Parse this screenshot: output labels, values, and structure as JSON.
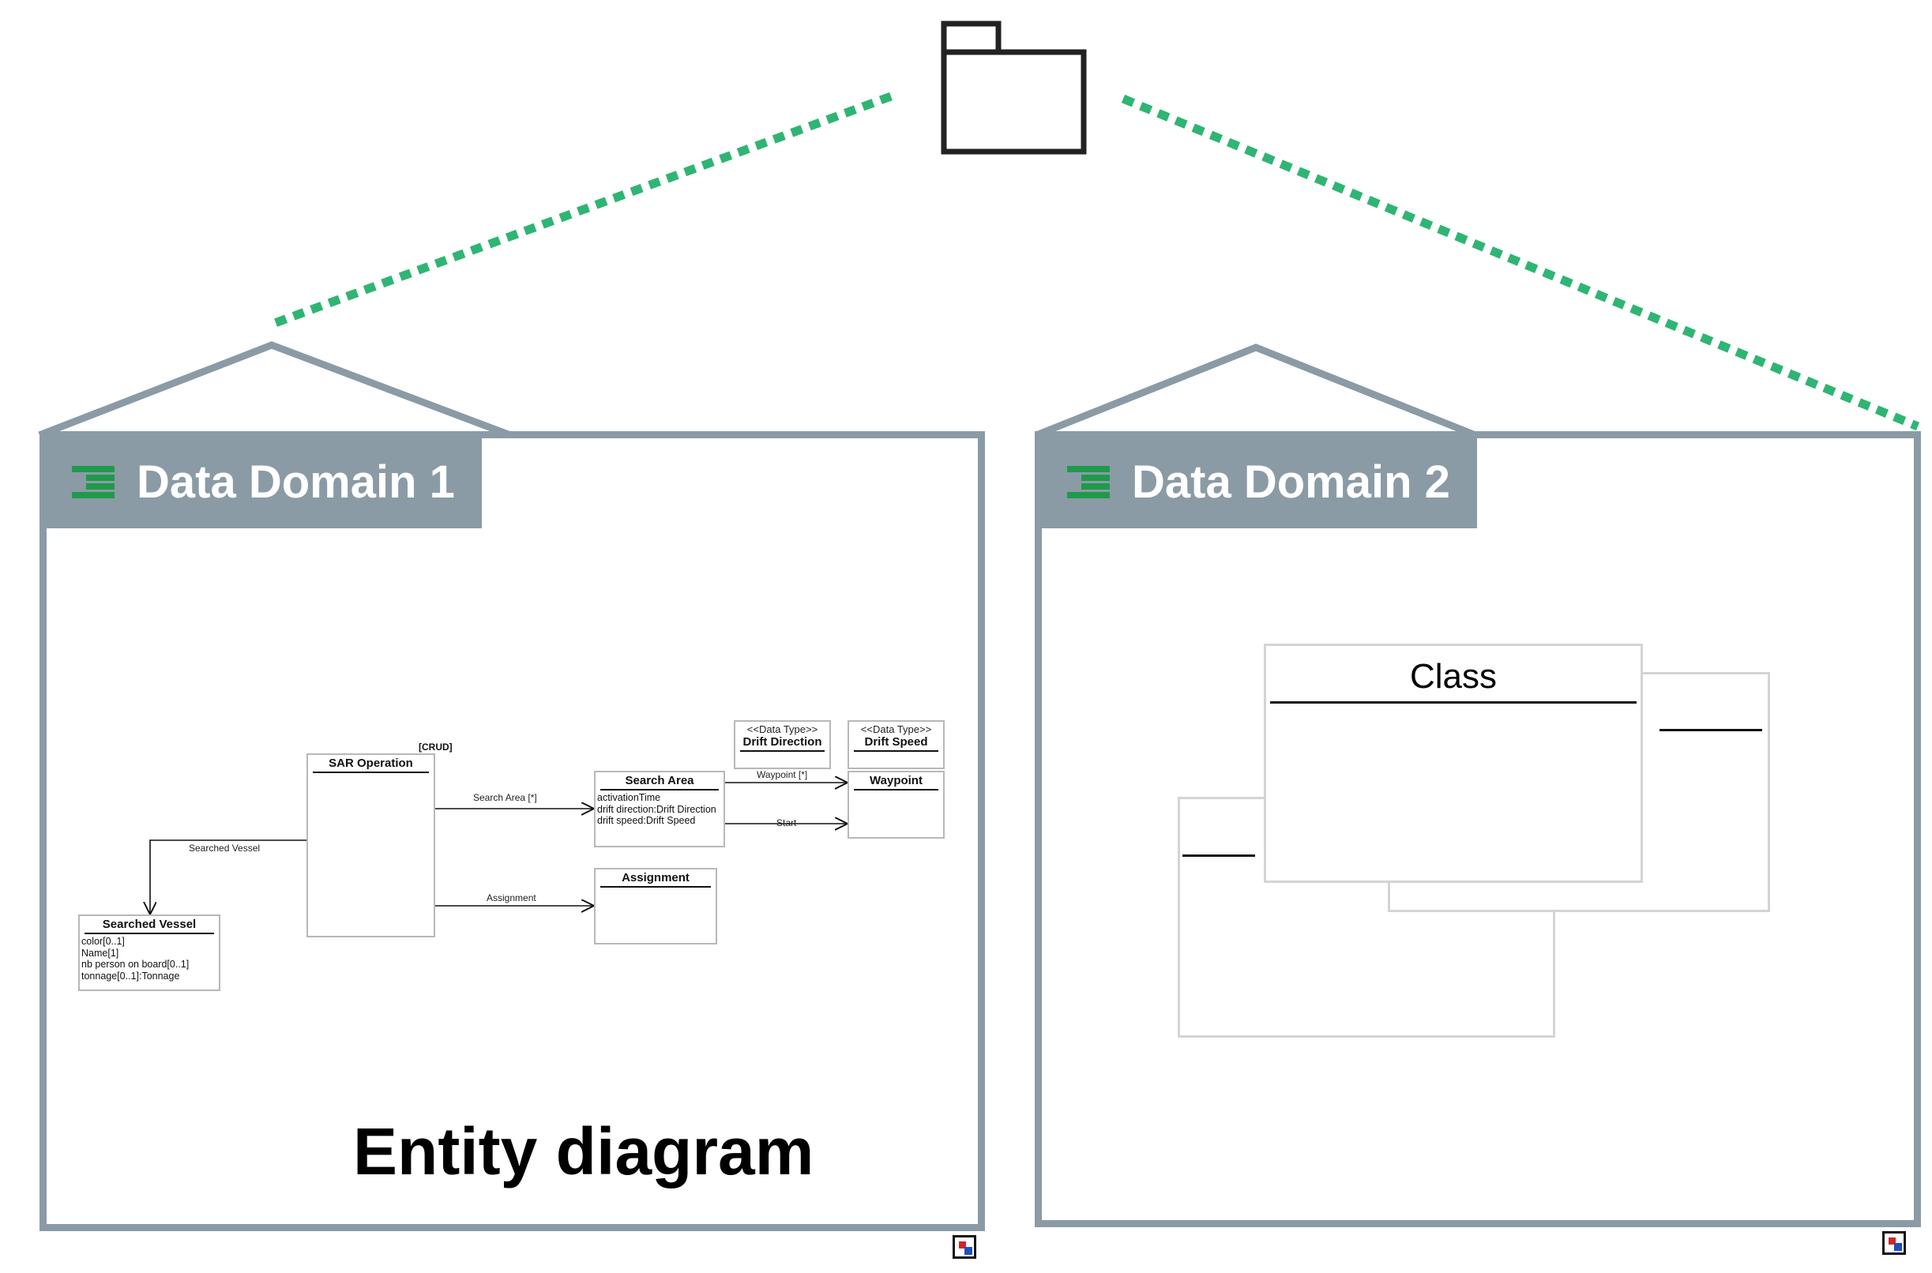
{
  "colors": {
    "connector": "#2fb573",
    "frame": "#8a9ba6",
    "tab_text": "#ffffff",
    "domain_icon": "#1f9a4a"
  },
  "icons": {
    "package": "folder-icon",
    "domain": "data-domain-icon",
    "corner": "diagram-link-icon"
  },
  "domains": [
    {
      "title": "Data Domain 1",
      "caption": "Entity diagram",
      "crud": "[CRUD]",
      "classes": {
        "sar_operation": "SAR Operation",
        "search_area": {
          "name": "Search Area",
          "attrs": [
            "activationTime",
            "drift direction:Drift Direction",
            "drift speed:Drift Speed"
          ]
        },
        "drift_direction": {
          "stereotype": "<<Data Type>>",
          "name": "Drift Direction"
        },
        "drift_speed": {
          "stereotype": "<<Data Type>>",
          "name": "Drift Speed"
        },
        "waypoint": "Waypoint",
        "assignment": "Assignment",
        "searched_vessel": {
          "name": "Searched Vessel",
          "attrs": [
            "color[0..1]",
            "Name[1]",
            "nb person on board[0..1]",
            "tonnage[0..1]:Tonnage"
          ]
        }
      },
      "edges": {
        "searched_vessel": "Searched Vessel",
        "search_area": "Search Area [*]",
        "assignment": "Assignment",
        "waypoint": "Waypoint [*]",
        "start": "Start"
      }
    },
    {
      "title": "Data Domain 2",
      "class_label": "Class"
    }
  ]
}
